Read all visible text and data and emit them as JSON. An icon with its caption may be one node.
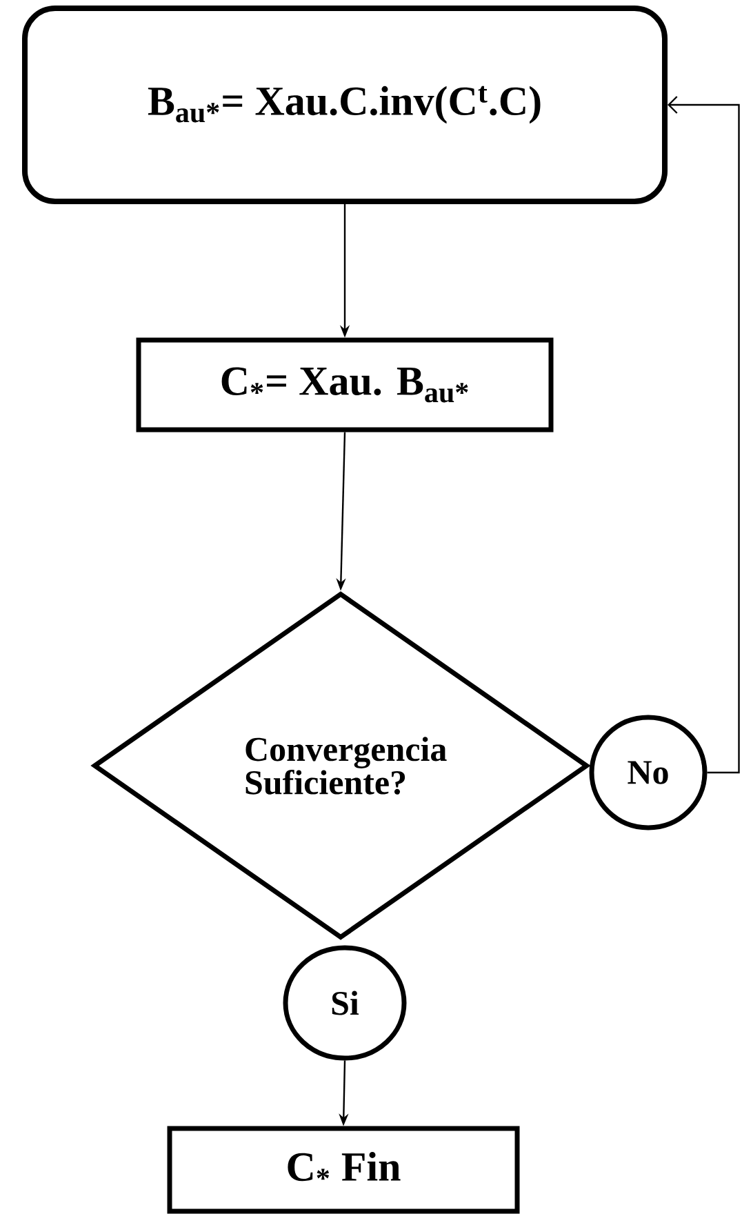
{
  "diagram": {
    "nodes": [
      {
        "text": [
          "B$_{au*}$= Xau.C.inv(C$^{t}$.C)"
        ]
      },
      {
        "text": [
          "C$_{*}$= Xau. B$_{au*}$"
        ]
      },
      {
        "text": [
          "Convergencia Suficiente?"
        ]
      },
      {
        "text": [
          "No"
        ]
      },
      {
        "text": [
          "Si"
        ]
      },
      {
        "text": [
          "C$_{*}$  Fin"
        ]
      }
    ],
    "edges": [
      {
        "from": 0,
        "to": 1,
        "arrow": "to"
      },
      {
        "from": 1,
        "to": 2,
        "arrow": "to"
      },
      {
        "from": 3,
        "to": 0,
        "arrow": "to"
      },
      {
        "from": 4,
        "to": 5,
        "arrow": "to"
      }
    ]
  }
}
